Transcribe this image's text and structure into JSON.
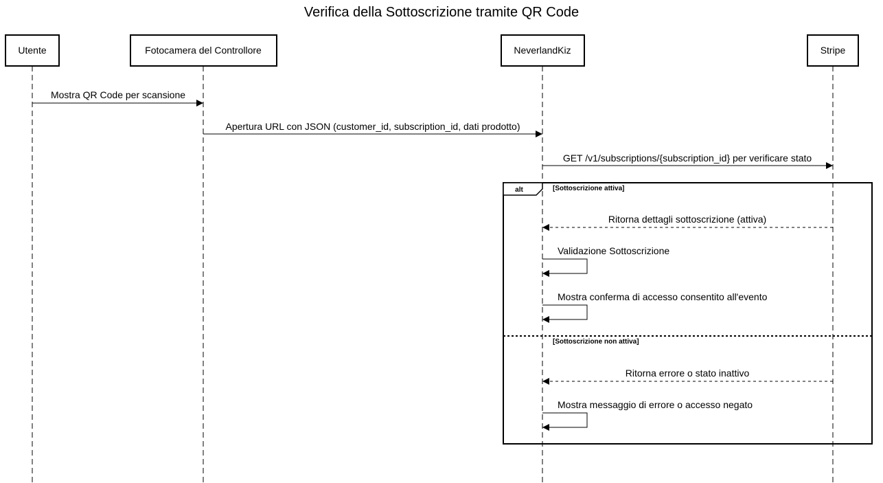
{
  "title": "Verifica della Sottoscrizione tramite QR Code",
  "participants": {
    "utente": "Utente",
    "fotocamera": "Fotocamera del Controllore",
    "neverland": "NeverlandKiz",
    "stripe": "Stripe"
  },
  "messages": {
    "m1": "Mostra QR Code per scansione",
    "m2": "Apertura URL con JSON (customer_id, subscription_id, dati prodotto)",
    "m3": "GET /v1/subscriptions/{subscription_id} per verificare stato",
    "m4": "Ritorna dettagli sottoscrizione (attiva)",
    "m5": "Validazione Sottoscrizione",
    "m6": "Mostra conferma di accesso consentito all'evento",
    "m7": "Ritorna errore o stato inattivo",
    "m8": "Mostra messaggio di errore o accesso negato"
  },
  "fragment": {
    "operator": "alt",
    "guard1": "[Sottoscrizione attiva]",
    "guard2": "[Sottoscrizione non attiva]"
  }
}
